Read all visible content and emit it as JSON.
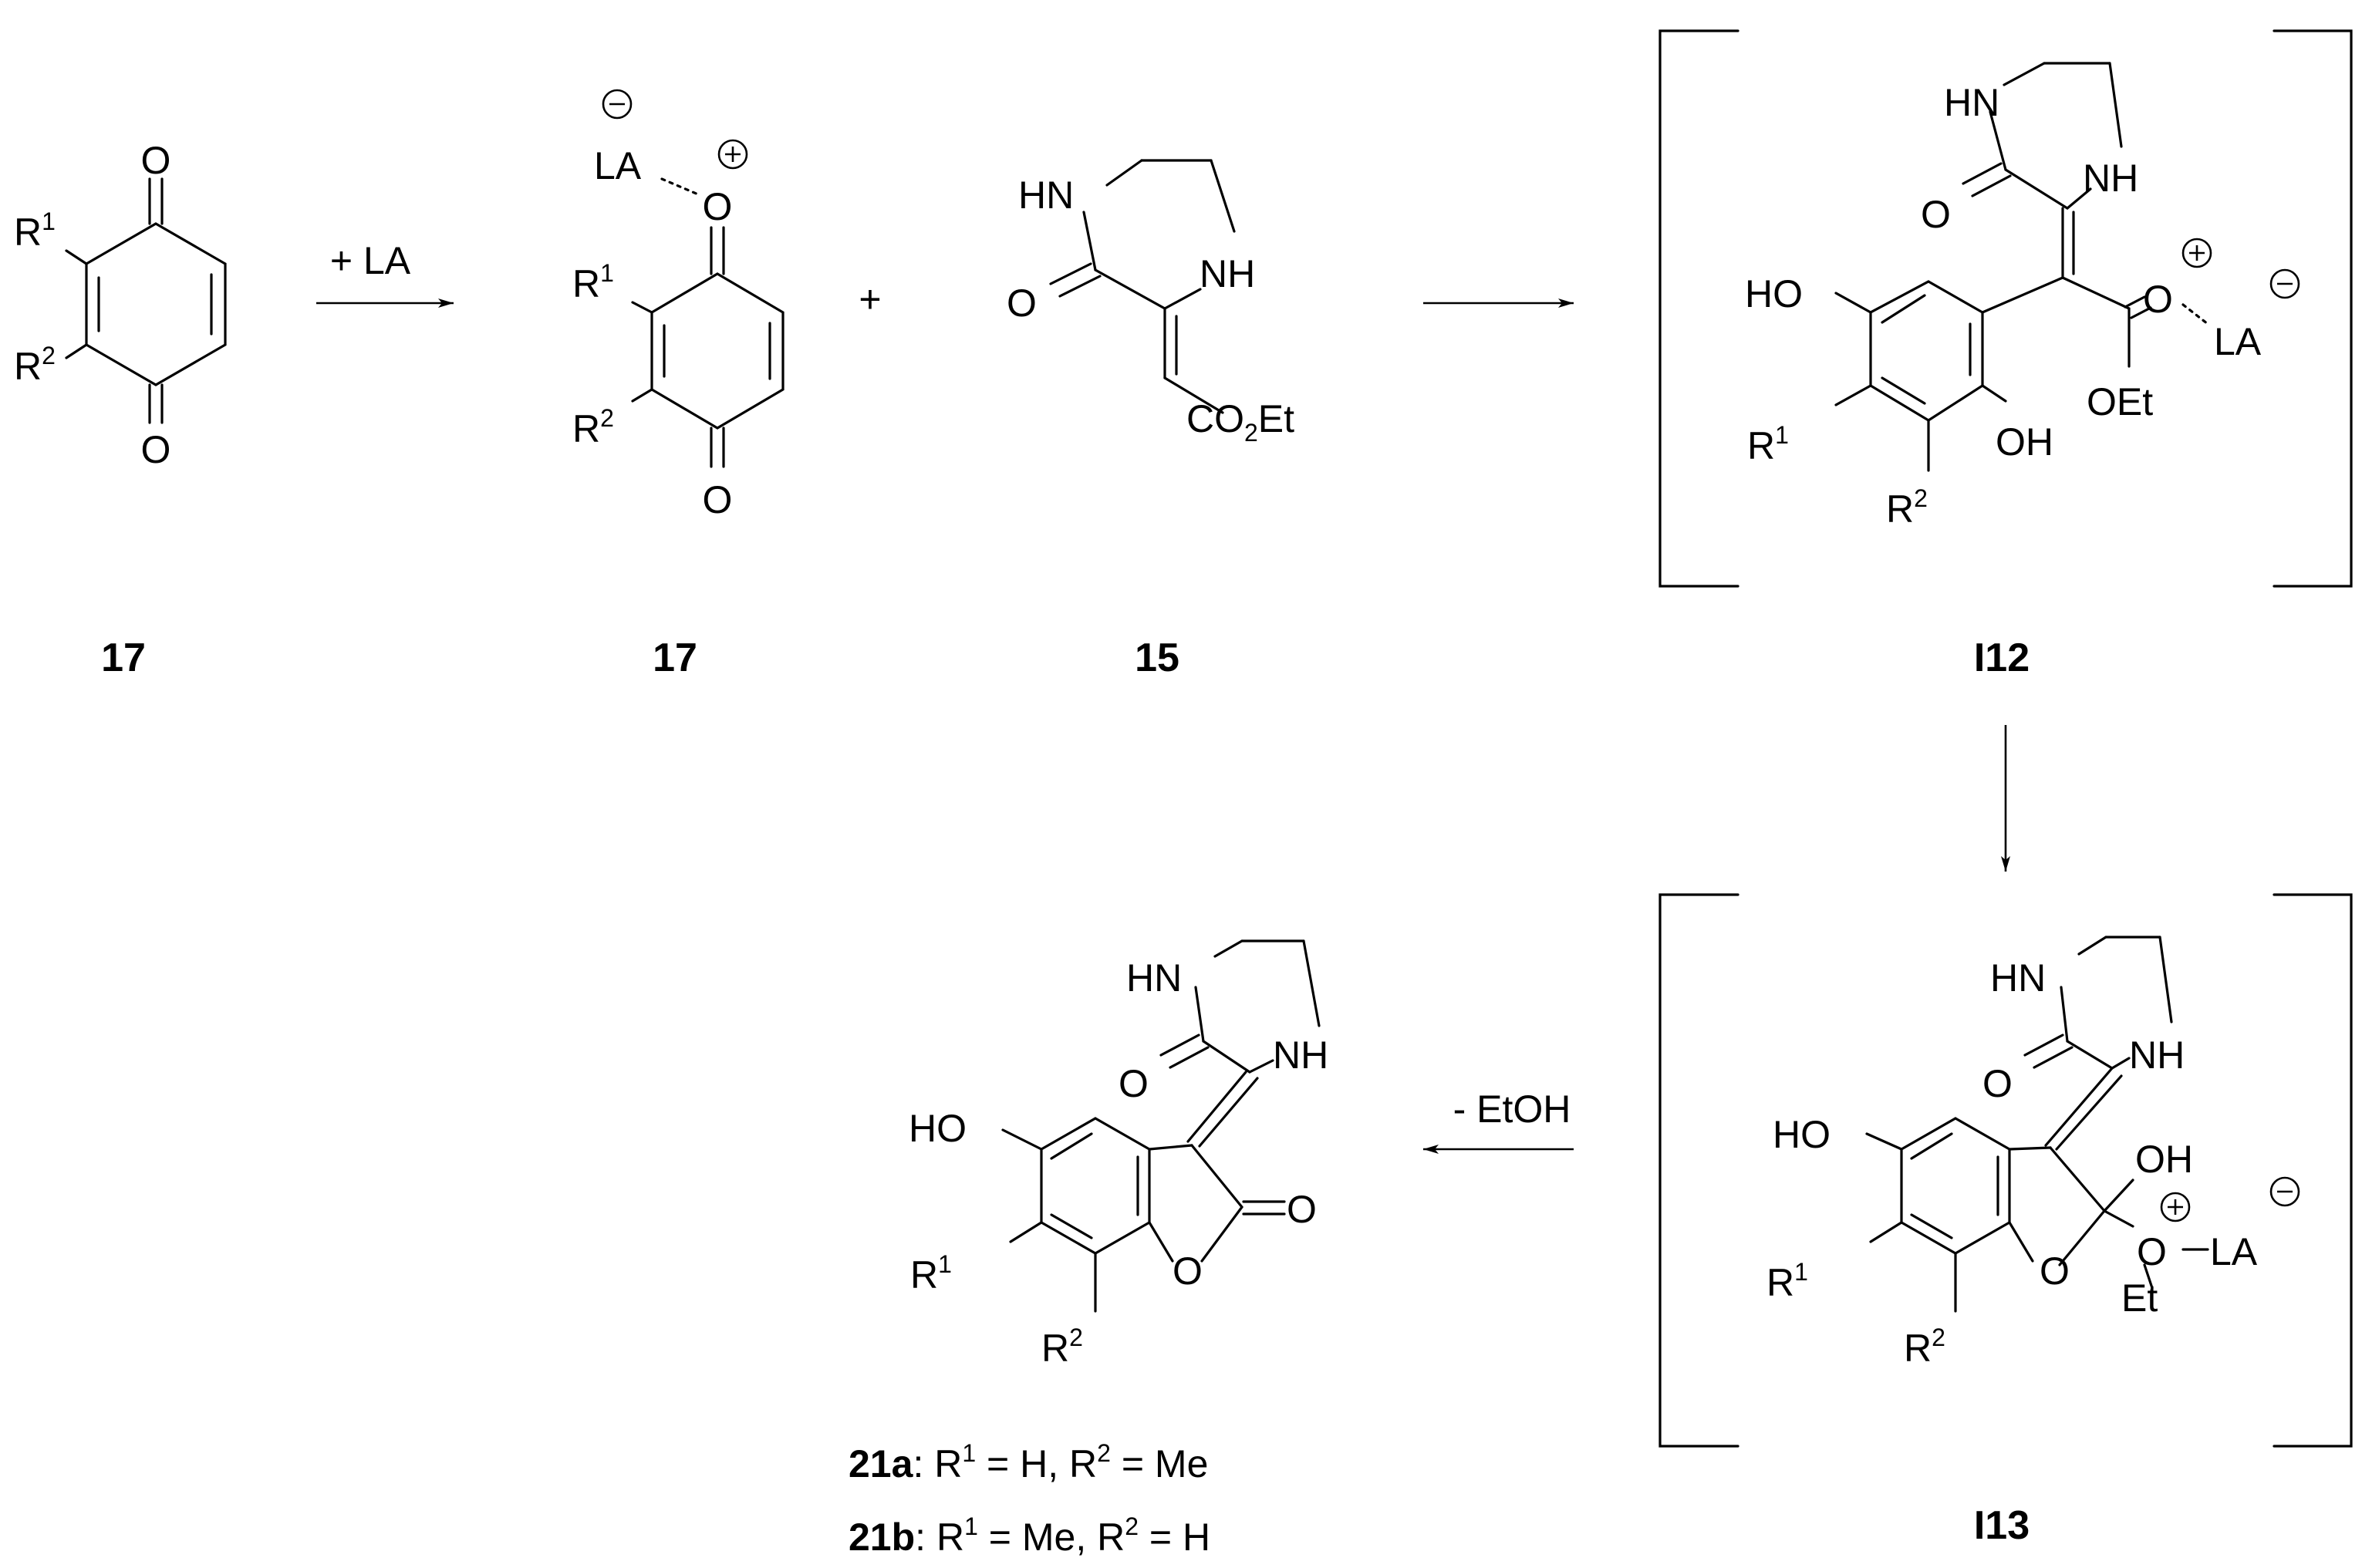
{
  "atoms": {
    "O": "O",
    "HN": "HN",
    "NH": "NH",
    "HO": "HO",
    "OH": "OH",
    "LA": "LA",
    "R": "R",
    "one": "1",
    "two": "2",
    "CO": "CO",
    "Et": "Et",
    "OEt": "OEt",
    "plus": "+"
  },
  "compounds": {
    "c17a": "17",
    "c17b": "17",
    "c15": "15",
    "i12": "I12",
    "i13": "I13"
  },
  "conditions": {
    "add_la": "+ LA",
    "minus_etoh": "- EtOH"
  },
  "legend": {
    "line1": {
      "name": "21a",
      "colon": ":",
      "r1_eq": " = H, ",
      "r2_eq": " = Me"
    },
    "line2": {
      "name": "21b",
      "colon": ":",
      "r1_eq": " = Me, ",
      "r2_eq": " = H"
    }
  }
}
